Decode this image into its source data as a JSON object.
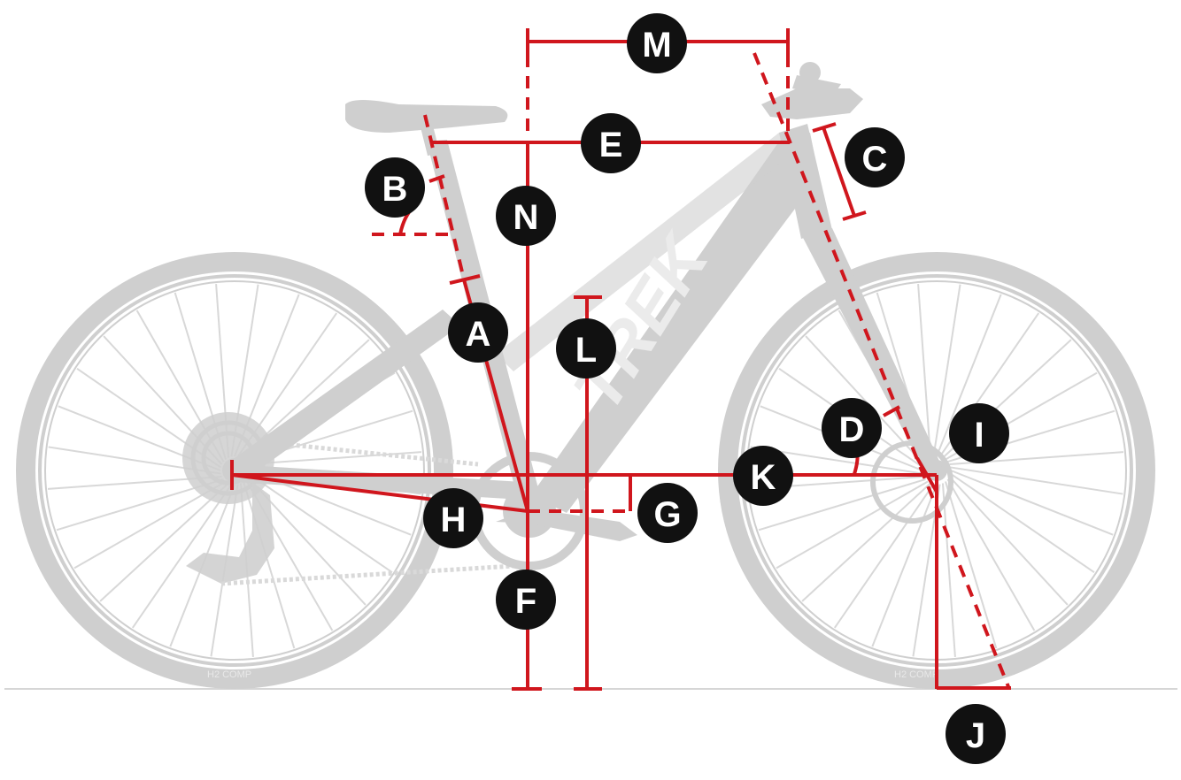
{
  "diagram": {
    "frame_brand": "TREK",
    "tire_label": "H2 COMP",
    "colors": {
      "measure": "#d0161d",
      "bike": "#cfcfcf",
      "badge": "#111111",
      "badge_text": "#ffffff",
      "ground": "#d6d6d6"
    },
    "labels": {
      "A": "A",
      "B": "B",
      "C": "C",
      "D": "D",
      "E": "E",
      "F": "F",
      "G": "G",
      "H": "H",
      "I": "I",
      "J": "J",
      "K": "K",
      "L": "L",
      "M": "M",
      "N": "N"
    }
  }
}
